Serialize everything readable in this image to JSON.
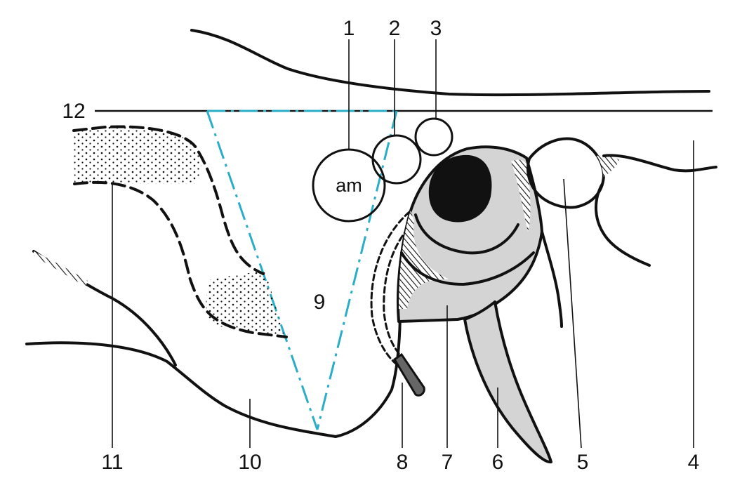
{
  "labels": {
    "l1": "1",
    "l2": "2",
    "l3": "3",
    "l4": "4",
    "l5": "5",
    "l6": "6",
    "l7": "7",
    "l8": "8",
    "l9": "9",
    "l10": "10",
    "l11": "11",
    "l12": "12",
    "am": "am"
  },
  "colors": {
    "ink": "#111111",
    "guide": "#2aaec8",
    "shade": "#d4d4d4"
  }
}
